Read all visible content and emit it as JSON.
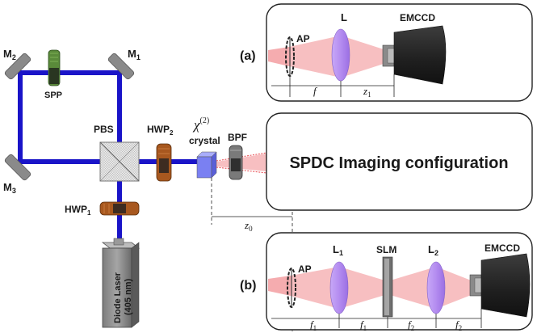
{
  "labels": {
    "m1": "M",
    "m1_sub": "1",
    "m2": "M",
    "m2_sub": "2",
    "m3": "M",
    "m3_sub": "3",
    "spp": "SPP",
    "pbs": "PBS",
    "hwp1": "HWP",
    "hwp1_sub": "1",
    "hwp2": "HWP",
    "hwp2_sub": "2",
    "chi_symbol": "χ",
    "chi_sup": "(2)",
    "crystal": "crystal",
    "bpf": "BPF",
    "laser_line1": "Diode Laser",
    "laser_line2": "(405 nm)",
    "z0": "z",
    "z0_sub": "0"
  },
  "center_box": {
    "title": "SPDC Imaging configuration"
  },
  "panel_a": {
    "tag": "(a)",
    "ap": "AP",
    "lens": "L",
    "camera": "EMCCD",
    "f": "f",
    "z1": "z",
    "z1_sub": "1"
  },
  "panel_b": {
    "tag": "(b)",
    "ap": "AP",
    "lens1": "L",
    "lens1_sub": "1",
    "slm": "SLM",
    "lens2": "L",
    "lens2_sub": "2",
    "camera": "EMCCD",
    "f1a": "f",
    "f1a_sub": "1",
    "f1b": "f",
    "f1b_sub": "1",
    "f2a": "f",
    "f2a_sub": "2",
    "f2b": "f",
    "f2b_sub": "2"
  },
  "colors": {
    "pump_beam": "#1a14c8",
    "spdc_beam": "#e8484e",
    "lens": "#b48cf0",
    "crystal": "#7a80f2",
    "waveplate": "#a8581f",
    "spp": "#5a8a3a",
    "mirror": "#8a8a8a",
    "camera": "#2b2b2b"
  }
}
